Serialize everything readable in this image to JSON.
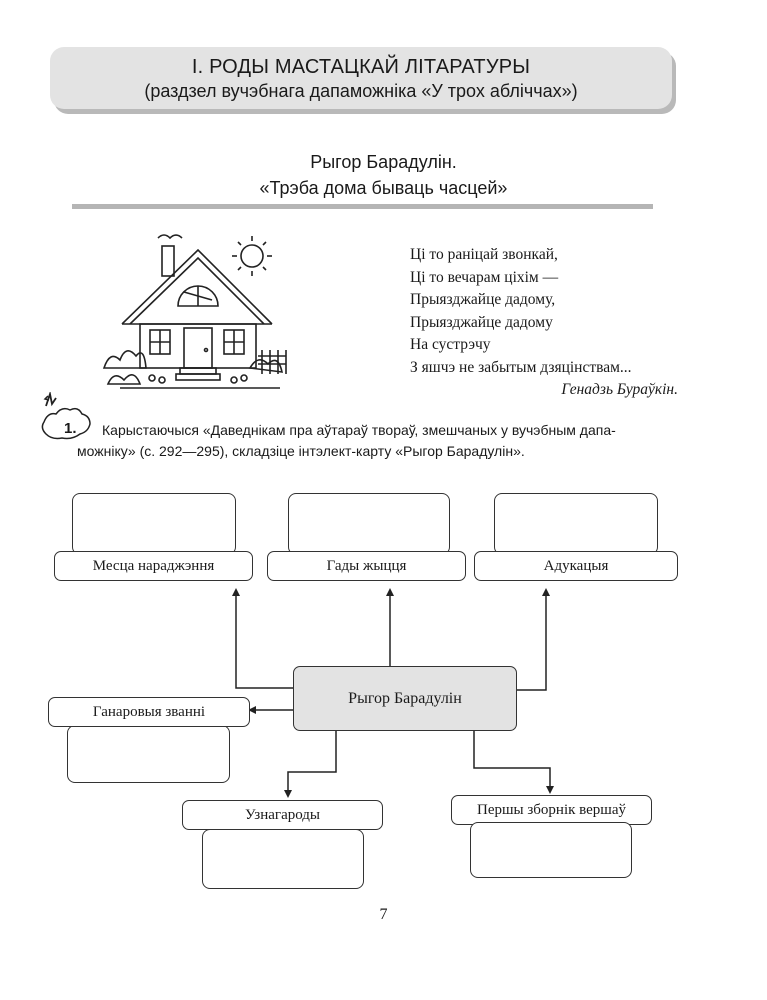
{
  "header": {
    "title": "І. РОДЫ МАСТАЦКАЙ ЛІТАРАТУРЫ",
    "subtitle": "(раздзел вучэбнага дапаможніка «У трох абліччах»)"
  },
  "poem": {
    "author": "Рыгор Барадулін.",
    "title": "«Трэба дома бываць часцей»"
  },
  "epigraph": {
    "lines": [
      "Ці то раніцай звонкай,",
      "Ці то вечарам ціхім —",
      "Прыязджайце дадому,",
      "Прыязджайце дадому",
      "На сустрэчу",
      "З яшчэ не забытым дзяцінствам..."
    ],
    "author": "Генадзь Бураўкін."
  },
  "task": {
    "number": "1.",
    "text_line1": "Карыстаючыся «Даведнікам пра аўтараў твораў, змешчаных у вучэбным дапа-",
    "text_line2": "можніку» (с. 292—295), складзіце інтэлект-карту «Рыгор Барадулін»."
  },
  "mind_map": {
    "center": "Рыгор Барадулін",
    "nodes": {
      "birthplace": "Месца нараджэння",
      "life_years": "Гады жыцця",
      "education": "Адукацыя",
      "honorary_titles": "Ганаровыя званні",
      "awards": "Узнагароды",
      "first_collection": "Першы зборнік вершаў"
    }
  },
  "page_number": "7"
}
